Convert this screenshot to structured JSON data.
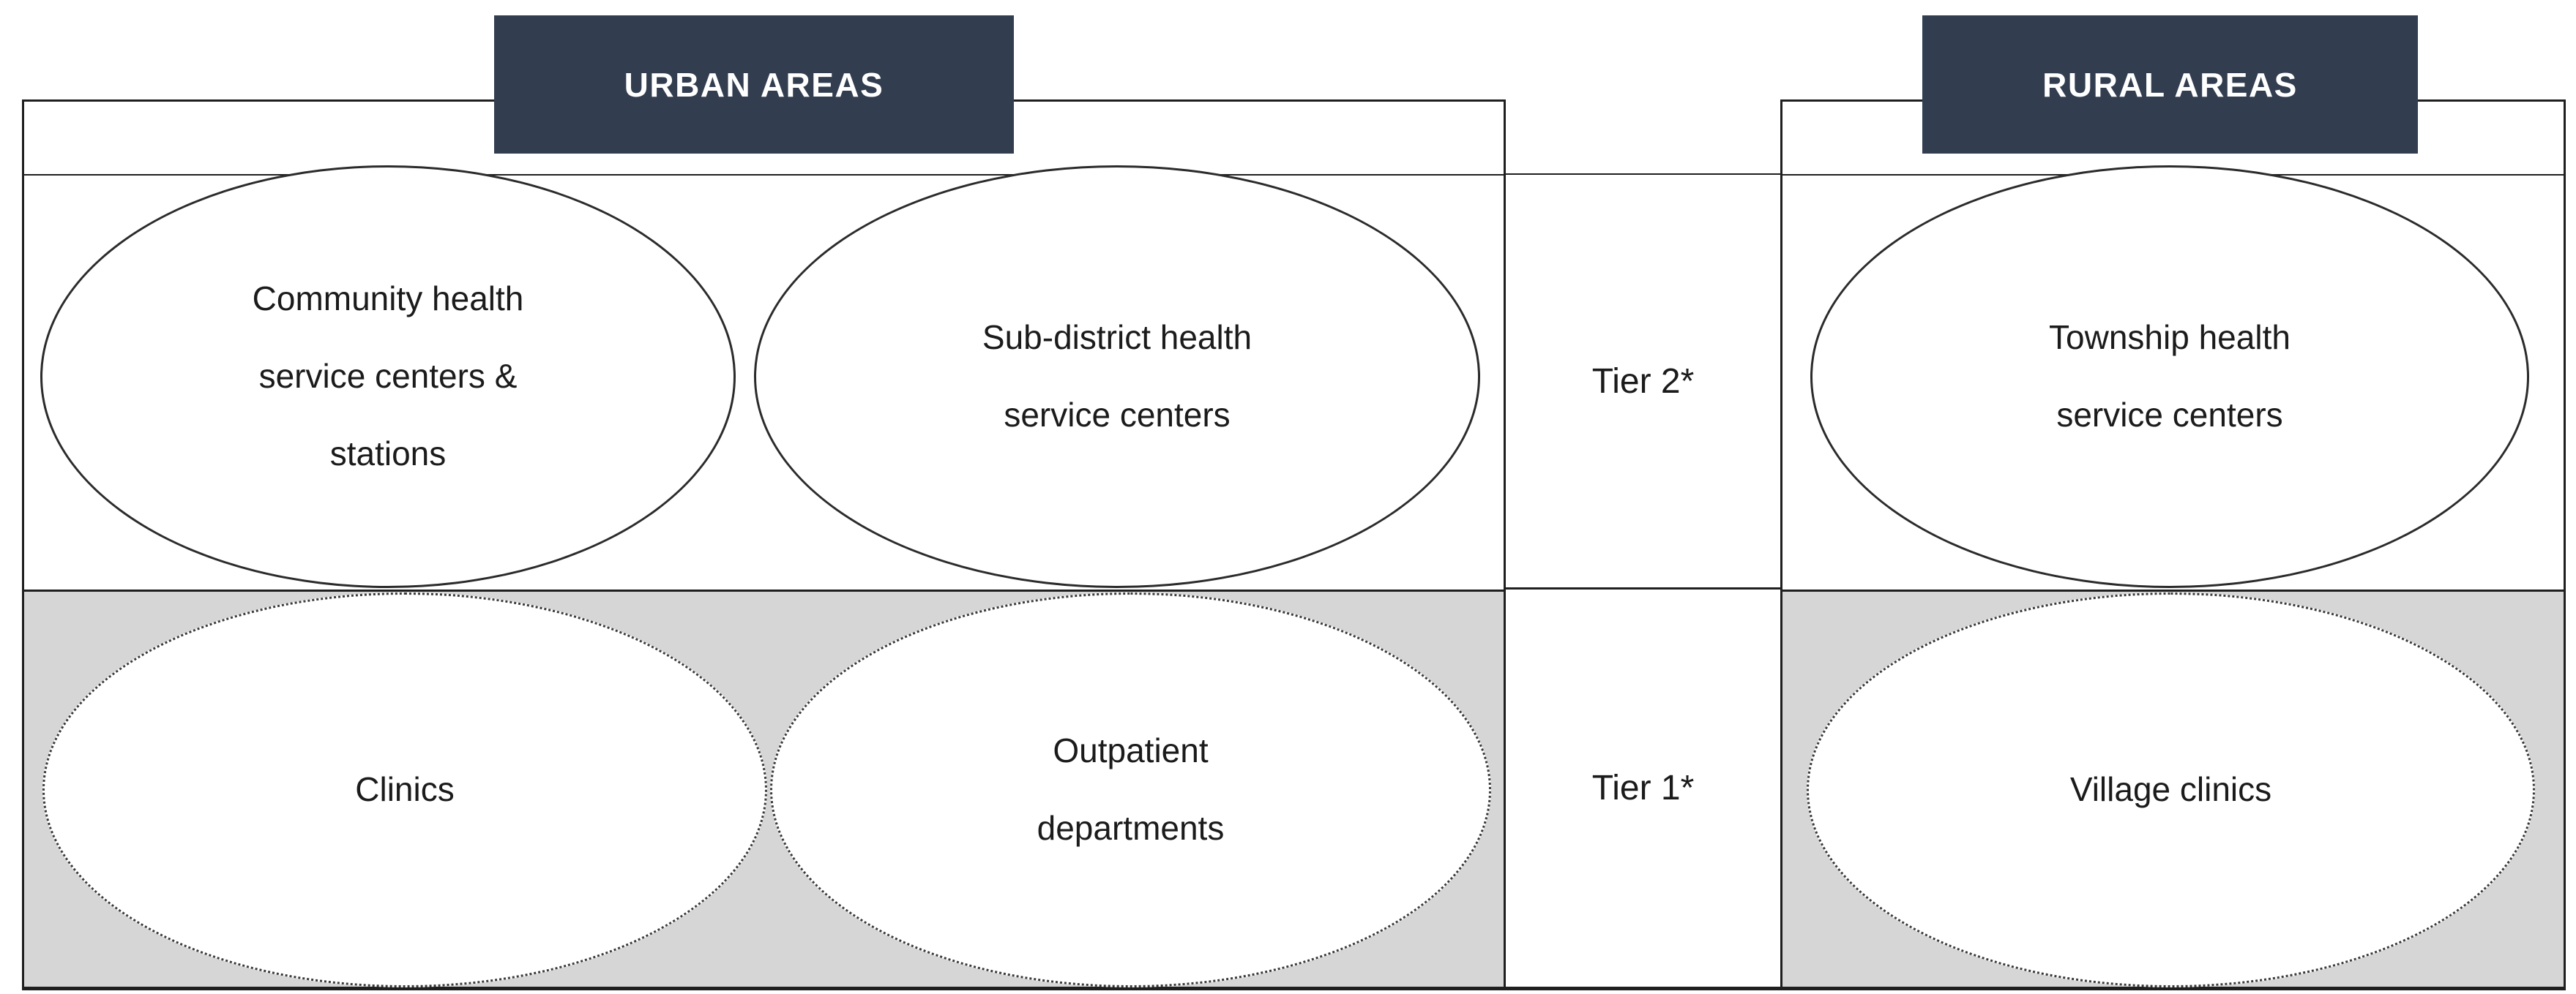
{
  "diagram": {
    "headers": {
      "urban": "URBAN AREAS",
      "rural": "RURAL AREAS"
    },
    "tier_labels": {
      "tier2": "Tier 2*",
      "tier1": "Tier 1*"
    },
    "urban": {
      "tier2_ellipses": [
        {
          "label": "Community health\nservice centers &\nstations",
          "border": "solid"
        },
        {
          "label": "Sub-district health\nservice centers",
          "border": "solid"
        }
      ],
      "tier1_ellipses": [
        {
          "label": "Clinics",
          "border": "dotted"
        },
        {
          "label": "Outpatient\ndepartments",
          "border": "dotted"
        }
      ]
    },
    "rural": {
      "tier2_ellipses": [
        {
          "label": "Township health\nservice centers",
          "border": "solid"
        }
      ],
      "tier1_ellipses": [
        {
          "label": "Village clinics",
          "border": "dotted"
        }
      ]
    },
    "colors": {
      "header_bg": "#323E50",
      "header_text": "#FFFFFF",
      "tier1_row_bg": "#D6D6D6",
      "border_line": "#1F1F1F"
    }
  }
}
